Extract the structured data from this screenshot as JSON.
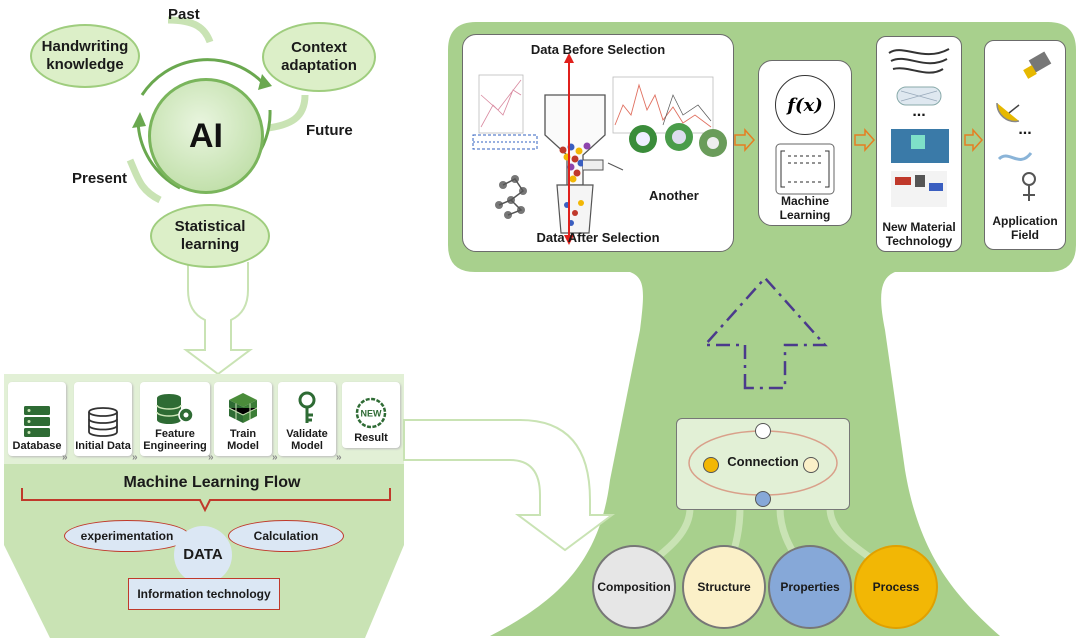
{
  "ai_cycle": {
    "center": "AI",
    "past": "Past",
    "present": "Present",
    "future": "Future",
    "handwriting": "Handwriting knowledge",
    "context": "Context adaptation",
    "statistical": "Statistical learning"
  },
  "ml_flow": {
    "steps": [
      {
        "label": "Database",
        "icon": "database-server-icon"
      },
      {
        "label": "Initial Data",
        "icon": "data-stack-icon"
      },
      {
        "label": "Feature Engineering",
        "icon": "feature-gear-icon"
      },
      {
        "label": "Train Model",
        "icon": "cube-model-icon"
      },
      {
        "label": "Validate Model",
        "icon": "key-icon"
      },
      {
        "label": "Result",
        "icon": "new-badge-icon"
      }
    ],
    "title": "Machine Learning Flow",
    "data_center": "DATA",
    "experimentation": "experimentation",
    "calculation": "Calculation",
    "info_tech": "Information technology"
  },
  "selection": {
    "before": "Data Before Selection",
    "after": "Data After Selection",
    "another": "Another"
  },
  "ml_panel": {
    "label": "Machine Learning",
    "formula": "f(x)"
  },
  "material_panel": {
    "label": "New Material Technology",
    "ellipsis": "..."
  },
  "application_panel": {
    "label": "Application Field",
    "ellipsis": "..."
  },
  "connection": {
    "label": "Connection"
  },
  "roots": [
    {
      "label": "Composition",
      "color": "#e6e6e6"
    },
    {
      "label": "Structure",
      "color": "#fbf0c8"
    },
    {
      "label": "Properties",
      "color": "#86a8d8"
    },
    {
      "label": "Process",
      "color": "#f2b705"
    }
  ],
  "colors": {
    "green": "#a8d08d",
    "light_green": "#dcefc8",
    "dark_green": "#5a8a3a"
  }
}
